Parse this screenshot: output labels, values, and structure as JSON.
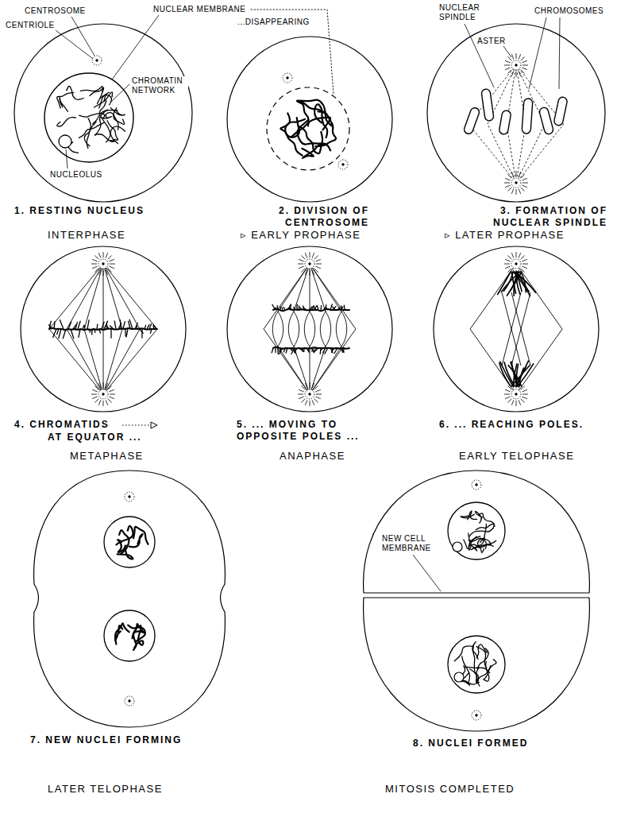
{
  "diagram": {
    "labels": [
      "NUCLEAR MEMBRANE",
      "CENTROSOME",
      "...DISAPPEARING",
      "NUCLEAR SPINDLE",
      "CHROMOSOMES",
      "CENTRIOLE",
      "CHROMATIN NETWORK",
      "ASTER",
      "NUCLEOLUS",
      "1. RESTING NUCLEUS",
      "2. DIVISION OF CENTROSOME",
      "3. FORMATION OF NUCLEAR SPINDLE",
      "INTERPHASE",
      "▹ EARLY PROPHASE",
      "▹ LATER PROPHASE",
      "4. CHROMATIDS",
      "AT EQUATOR ...",
      "5. ... MOVING TO OPPOSITE POLES ...",
      "6. ... REACHING POLES.",
      "METAPHASE",
      "ANAPHASE",
      "EARLY TELOPHASE",
      "NEW CELL MEMBRANE",
      "7. NEW NUCLEI FORMING",
      "8. NUCLEI FORMED",
      "LATER TELOPHASE",
      "MITOSIS COMPLETED"
    ]
  }
}
